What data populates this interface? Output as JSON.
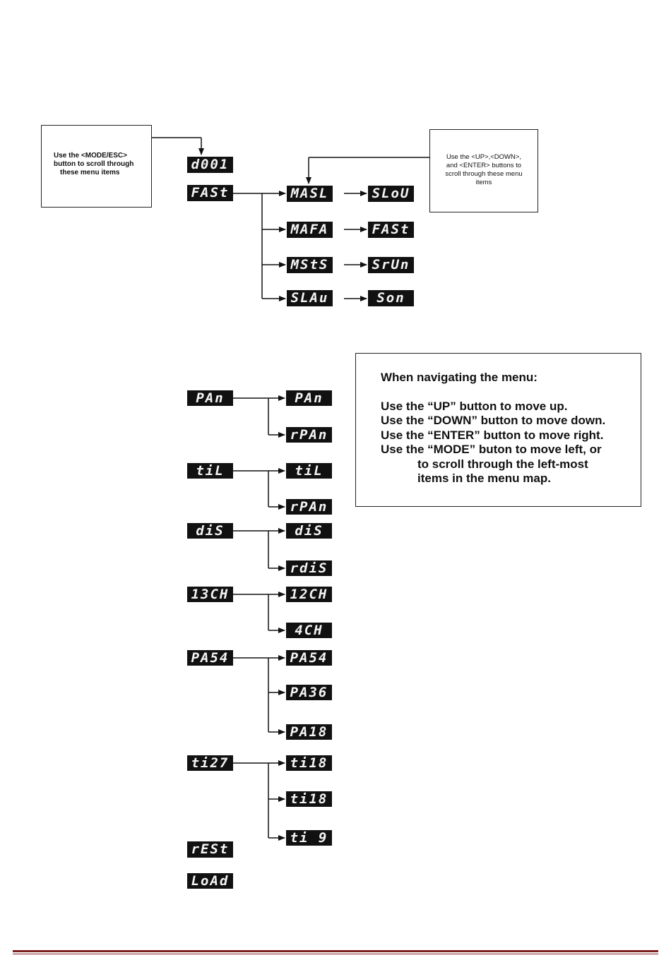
{
  "notes": {
    "mode_esc": {
      "lines": [
        "Use the <MODE/ESC>",
        "button to scroll through",
        "these menu items"
      ]
    },
    "up_down_enter": {
      "lines": [
        "Use the <UP>,<DOWN>,",
        "and <ENTER> buttons to",
        "scroll through these menu",
        "items"
      ]
    },
    "navigation": {
      "heading": "When navigating the menu:",
      "lines": [
        "Use the “UP” button to move up.",
        "Use the “DOWN” button to move down.",
        "Use the “ENTER” button to move right.",
        "Use the “MODE” buton to move left, or"
      ],
      "indented_lines": [
        "to scroll through the left-most",
        "items in the menu map."
      ]
    }
  },
  "menu": {
    "top": {
      "address": "d001",
      "fast": "FASt",
      "submenu": [
        {
          "item": "MASL",
          "value": "SLoU"
        },
        {
          "item": "MAFA",
          "value": "FASt"
        },
        {
          "item": "MStS",
          "value": "SrUn"
        },
        {
          "item": "SLAu",
          "value": "Son"
        }
      ]
    },
    "lower": [
      {
        "item": "PAn",
        "options": [
          "PAn",
          "rPAn"
        ]
      },
      {
        "item": "tiL",
        "options": [
          "tiL",
          "rPAn"
        ]
      },
      {
        "item": "diS",
        "options": [
          "diS",
          "rdiS"
        ]
      },
      {
        "item": "13CH",
        "options": [
          "12CH",
          "4CH"
        ]
      },
      {
        "item": "PA54",
        "options": [
          "PA54",
          "PA36",
          "PA18"
        ]
      },
      {
        "item": "ti27",
        "options": [
          "ti18",
          "ti18",
          "ti 9"
        ]
      },
      {
        "item": "rESt",
        "options": []
      },
      {
        "item": "LoAd",
        "options": []
      }
    ]
  }
}
